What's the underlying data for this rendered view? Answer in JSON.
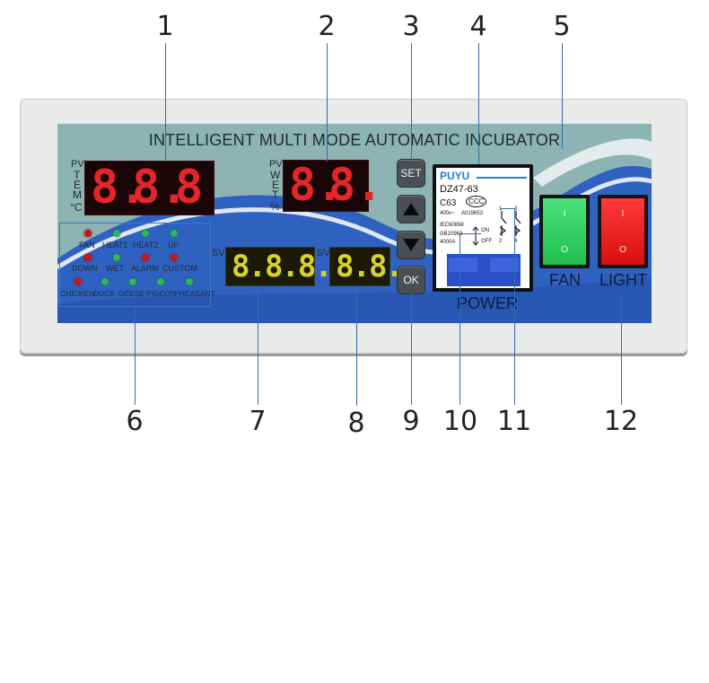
{
  "callouts": [
    "1",
    "2",
    "3",
    "4",
    "5",
    "6",
    "7",
    "8",
    "9",
    "10",
    "11",
    "12"
  ],
  "panel": {
    "title": "INTELLIGENT MULTI MODE AUTOMATIC INCUBATOR",
    "temp_display": {
      "label_pv": "PV",
      "label_temp": [
        "T",
        "E",
        "M",
        "°C"
      ],
      "digits": [
        "8.",
        "8.",
        "8"
      ]
    },
    "humidity_display": {
      "label_pv": "PV",
      "label_wet": [
        "W",
        "E",
        "T",
        "%"
      ],
      "digits": [
        "8.",
        "8."
      ]
    },
    "sv_label_1": "SV",
    "sv_label_2": "SV",
    "sv_display_1": "8.8.8.",
    "sv_display_2": "8.8.",
    "leds_row1": [
      {
        "label": "FAN",
        "color": "red"
      },
      {
        "label": "HEAT1",
        "color": "green"
      },
      {
        "label": "HEAT2",
        "color": "green"
      },
      {
        "label": "UP",
        "color": "green"
      }
    ],
    "leds_row2": [
      {
        "label": "DOWN",
        "color": "red"
      },
      {
        "label": "WET",
        "color": "green"
      },
      {
        "label": "ALARM",
        "color": "red"
      },
      {
        "label": "CUSTOM",
        "color": "red"
      }
    ],
    "leds_row3": [
      {
        "label": "CHICKEN",
        "color": "red"
      },
      {
        "label": "DUCK",
        "color": "green"
      },
      {
        "label": "GEESE",
        "color": "green"
      },
      {
        "label": "PIGEON",
        "color": "green"
      },
      {
        "label": "PHEASANT",
        "color": "green"
      }
    ],
    "buttons": {
      "set": "SET",
      "ok": "OK"
    },
    "breaker": {
      "brand": "PUYU",
      "model": "DZ47-63",
      "rating": "C63",
      "ccc": "CCC",
      "voltage": "400v~",
      "code": "A019653",
      "std1": "IEC60898",
      "std2": "GB10963",
      "capacity": "4000A",
      "on": "ON",
      "off": "OFF",
      "pole1": "1",
      "pole2": "3",
      "pole3": "2",
      "pole4": "4",
      "caption": "POWER"
    },
    "fan_switch": {
      "label": "FAN",
      "on_mark": "I",
      "off_mark": "O"
    },
    "light_switch": {
      "label": "LIGHT",
      "on_mark": "I",
      "off_mark": "O"
    }
  },
  "colors": {
    "panel_teal": "#8eb3b3",
    "panel_blue": "#2a5bb8",
    "led_red": "#e3262a",
    "led_yellow": "#d7d22a",
    "switch_green": "#24d05a",
    "switch_red": "#ef1e1e"
  }
}
